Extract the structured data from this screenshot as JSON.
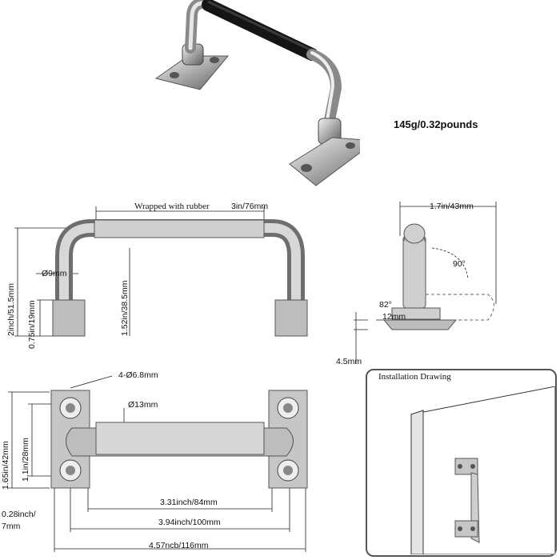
{
  "weight_label": "145g/0.32pounds",
  "front_view": {
    "rubber_label": "Wrapped with rubber",
    "rubber_size": "3in/76mm",
    "total_height": "2inch/51.5mm",
    "rod_diameter": "Ø9mm",
    "inner_height": "1.52in/38.5mm",
    "base_height": "0.75in/19mm"
  },
  "side_view": {
    "depth": "1.7in/43mm",
    "angle_rotate": "90°",
    "angle_tilt": "82°",
    "base_width": "12mm",
    "base_thickness": "4.5mm"
  },
  "top_view": {
    "holes": "4-Ø6.8mm",
    "tube_diameter": "Ø13mm",
    "base_length": "1.65in/42mm",
    "hole_spacing": "1.1in/28mm",
    "margin_line1": "0.28inch/",
    "margin_line2": "7mm",
    "inner_span": "3.31inch/84mm",
    "center_span": "3.94inch/100mm",
    "total_length": "4.57ncb/116mm"
  },
  "installation": {
    "title": "Installation Drawing"
  },
  "colors": {
    "metal": "#c9c9c9",
    "metal_dark": "#8c8c8c",
    "rubber": "#1c1c1c",
    "line": "#222222"
  }
}
